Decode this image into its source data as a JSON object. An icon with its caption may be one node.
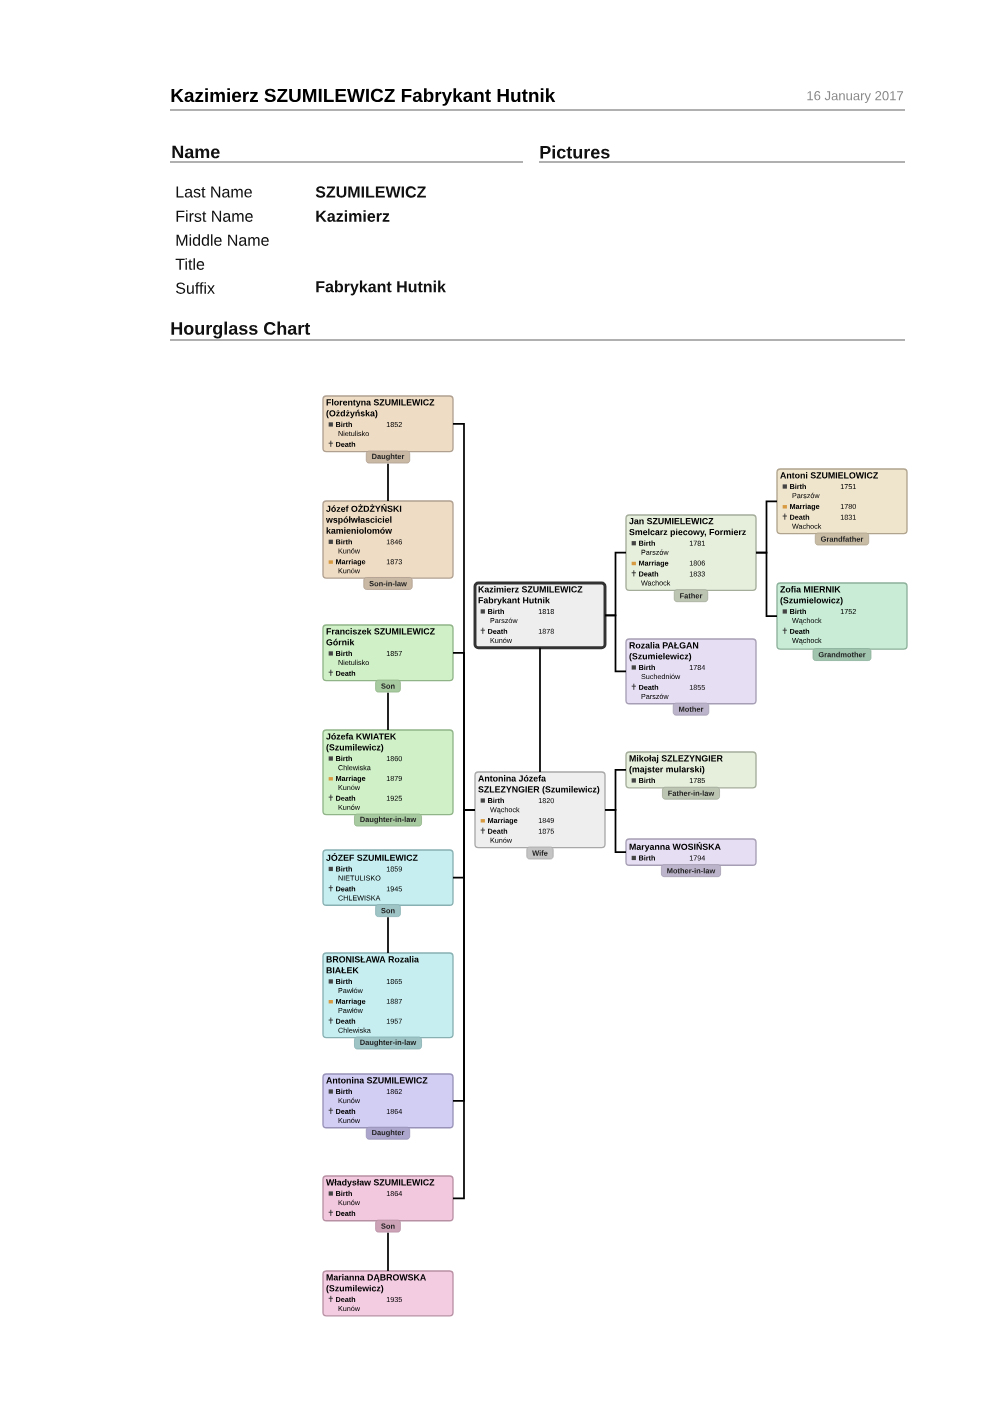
{
  "diagram": {
    "title": "Kazimierz SZUMILEWICZ Fabrykant Hutnik",
    "nodes": [
      {
        "text": [
          "Florentyna SZUMILEWICZ (Ożdżyńska)",
          "Birth",
          "1852",
          "Nietulisko",
          "Death"
        ],
        "beside": [
          "Daughter"
        ]
      },
      {
        "text": [
          "Józef OŻDŻYŃSKI współwłasciciel kamieniolomów",
          "Birth",
          "1846",
          "Kunów",
          "Marriage",
          "1873",
          "Kunów"
        ],
        "beside": [
          "Son-in-law"
        ]
      },
      {
        "text": [
          "Franciszek SZUMILEWICZ Górnik",
          "Birth",
          "1857",
          "Nietulisko",
          "Death"
        ],
        "beside": [
          "Son"
        ]
      },
      {
        "text": [
          "Józefa KWIATEK (Szumilewicz)",
          "Birth",
          "1860",
          "Chlewiska",
          "Marriage",
          "1879",
          "Kunów",
          "Death",
          "1925",
          "Kunów"
        ],
        "beside": [
          "Daughter-in-law"
        ]
      },
      {
        "text": [
          "JÓZEF SZUMILEWICZ",
          "Birth",
          "1859",
          "NIETULISKO",
          "Death",
          "1945",
          "CHLEWISKA"
        ],
        "beside": [
          "Son"
        ]
      },
      {
        "text": [
          "BRONISŁAWA Rozalia BIAŁEK",
          "Birth",
          "1865",
          "Pawłów",
          "Marriage",
          "1887",
          "Pawłów",
          "Death",
          "1957",
          "Chlewiska"
        ],
        "beside": [
          "Daughter-in-law"
        ]
      },
      {
        "text": [
          "Antonina SZUMILEWICZ",
          "Birth",
          "1862",
          "Kunów",
          "Death",
          "1864",
          "Kunów"
        ],
        "beside": [
          "Daughter"
        ]
      },
      {
        "text": [
          "Władysław SZUMILEWICZ",
          "Birth",
          "1864",
          "Kunów",
          "Death"
        ],
        "beside": [
          "Son"
        ]
      },
      {
        "text": [
          "Marianna DĄBROWSKA (Szumilewicz)",
          "Death",
          "1935",
          "Kunów"
        ]
      },
      {
        "text": [
          "Kazimierz SZUMILEWICZ Fabrykant Hutnik",
          "Birth",
          "1818",
          "Parszów",
          "Death",
          "1878",
          "Kunów"
        ]
      },
      {
        "text": [
          "Antonina Józefa SZLEZYNGIER (Szumilewicz)",
          "Birth",
          "1820",
          "Wąchock",
          "Marriage",
          "1849",
          "Death",
          "1875",
          "Kunów"
        ],
        "beside": [
          "Wife"
        ]
      },
      {
        "text": [
          "Jan SZUMIELEWICZ Smelcarz piecowy, Formierz",
          "Birth",
          "1781",
          "Parszów",
          "Marriage",
          "1806",
          "Death",
          "1833",
          "Wachock"
        ],
        "beside": [
          "Father"
        ]
      },
      {
        "text": [
          "Rozalia PAŁGAN (Szumielewicz)",
          "Birth",
          "1784",
          "Suchedniów",
          "Death",
          "1855",
          "Parszów"
        ],
        "beside": [
          "Mother"
        ]
      },
      {
        "text": [
          "Mikołaj SZLEZYNGIER (majster mularski)",
          "Birth",
          "1785"
        ],
        "beside": [
          "Father-in-law"
        ]
      },
      {
        "text": [
          "Maryanna WOSIŃSKA",
          "Birth",
          "1794"
        ],
        "beside": [
          "Mother-in-law"
        ]
      },
      {
        "text": [
          "Antoni SZUMIELOWICZ",
          "Birth",
          "1751",
          "Parszów",
          "Marriage",
          "1780",
          "Death",
          "1831",
          "Wachock"
        ],
        "beside": [
          "Grandfather"
        ]
      },
      {
        "text": [
          "Zofia MIERNIK (Szumielowicz)",
          "Birth",
          "1752",
          "Wąchock",
          "Death",
          "Wąchock"
        ],
        "beside": [
          "Grandmother"
        ]
      }
    ],
    "edges": [
      {
        "from": 0,
        "to": 1,
        "arrow": "none"
      },
      {
        "from": 2,
        "to": 3,
        "arrow": "none"
      },
      {
        "from": 4,
        "to": 5,
        "arrow": "none"
      },
      {
        "from": 7,
        "to": 8,
        "arrow": "none"
      },
      {
        "from": 9,
        "to": 10,
        "arrow": "none"
      },
      {
        "from": 10,
        "to": 0,
        "arrow": "none"
      },
      {
        "from": 10,
        "to": 2,
        "arrow": "none"
      },
      {
        "from": 10,
        "to": 4,
        "arrow": "none"
      },
      {
        "from": 10,
        "to": 6,
        "arrow": "none"
      },
      {
        "from": 10,
        "to": 7,
        "arrow": "none"
      },
      {
        "from": 9,
        "to": 11,
        "arrow": "none"
      },
      {
        "from": 9,
        "to": 12,
        "arrow": "none"
      },
      {
        "from": 11,
        "to": 15,
        "arrow": "none"
      },
      {
        "from": 11,
        "to": 16,
        "arrow": "none"
      },
      {
        "from": 10,
        "to": 13,
        "arrow": "none"
      },
      {
        "from": 10,
        "to": 14,
        "arrow": "none"
      }
    ],
    "labels": [
      "16 January 2017",
      "Name",
      "Pictures",
      "Last Name",
      "SZUMILEWICZ",
      "First Name",
      "Kazimierz",
      "Middle Name",
      "Title",
      "Suffix",
      "Fabrykant Hutnik",
      "Hourglass Chart"
    ]
  }
}
